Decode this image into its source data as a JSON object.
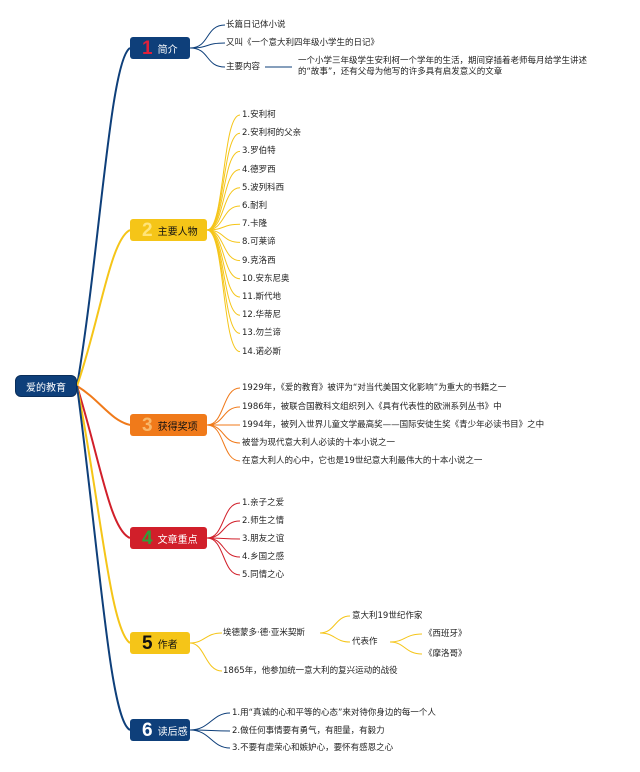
{
  "root": {
    "label": "爱的教育"
  },
  "branches": [
    {
      "num": "1",
      "label": "简介",
      "items": [
        "长篇日记体小说",
        "又叫《一个意大利四年级小学生的日记》",
        "主要内容"
      ],
      "detail": "一个小学三年级学生安利柯一个学年的生活，期间穿插着老师每月给学生讲述的“故事”，还有父母为他写的许多具有启发意义的文章"
    },
    {
      "num": "2",
      "label": "主要人物",
      "items": [
        "1.安利柯",
        "2.安利柯的父亲",
        "3.罗伯特",
        "4.德罗西",
        "5.波列科西",
        "6.耐利",
        "7.卡隆",
        "8.可莱谛",
        "9.克洛西",
        "10.安东尼奥",
        "11.斯代地",
        "12.华蒂尼",
        "13.勿兰谛",
        "14.诺必斯"
      ]
    },
    {
      "num": "3",
      "label": "获得奖项",
      "items": [
        "1929年，《爱的教育》被评为“对当代美国文化影响”为重大的书籍之一",
        "1986年，被联合国教科文组织列入《具有代表性的欧洲系列丛书》中",
        "1994年，被列入世界儿童文学最高奖——国际安徒生奖《青少年必读书目》之中",
        "被誉为现代意大利人必读的十本小说之一",
        "在意大利人的心中，它也是19世纪意大利最伟大的十本小说之一"
      ]
    },
    {
      "num": "4",
      "label": "文章重点",
      "items": [
        "1.亲子之爱",
        "2.师生之情",
        "3.朋友之谊",
        "4.乡国之感",
        "5.同情之心"
      ]
    },
    {
      "num": "5",
      "label": "作者",
      "items": [
        "埃德蒙多·德·亚米契斯",
        "1865年，他参加统一意大利的复兴运动的战役"
      ],
      "sub": [
        "意大利19世纪作家",
        "代表作"
      ],
      "works": [
        "《西班牙》",
        "《摩洛哥》"
      ]
    },
    {
      "num": "6",
      "label": "读后感",
      "items": [
        "1.用“真诚的心和平等的心态”来对待你身边的每一个人",
        "2.做任何事情要有勇气，有胆量，有毅力",
        "3.不要有虚荣心和嫉妒心，要怀有感恩之心"
      ]
    }
  ],
  "colors": {
    "navy": "#0e3f7a",
    "yellow": "#f5c518",
    "orange": "#f07a1a",
    "red": "#d11f2a",
    "num1": "#e0203a",
    "num2": "#ffd84a",
    "num3": "#f6a03a",
    "num4": "#2f9e3a",
    "num5": "#111111",
    "num6": "#ffffff"
  }
}
